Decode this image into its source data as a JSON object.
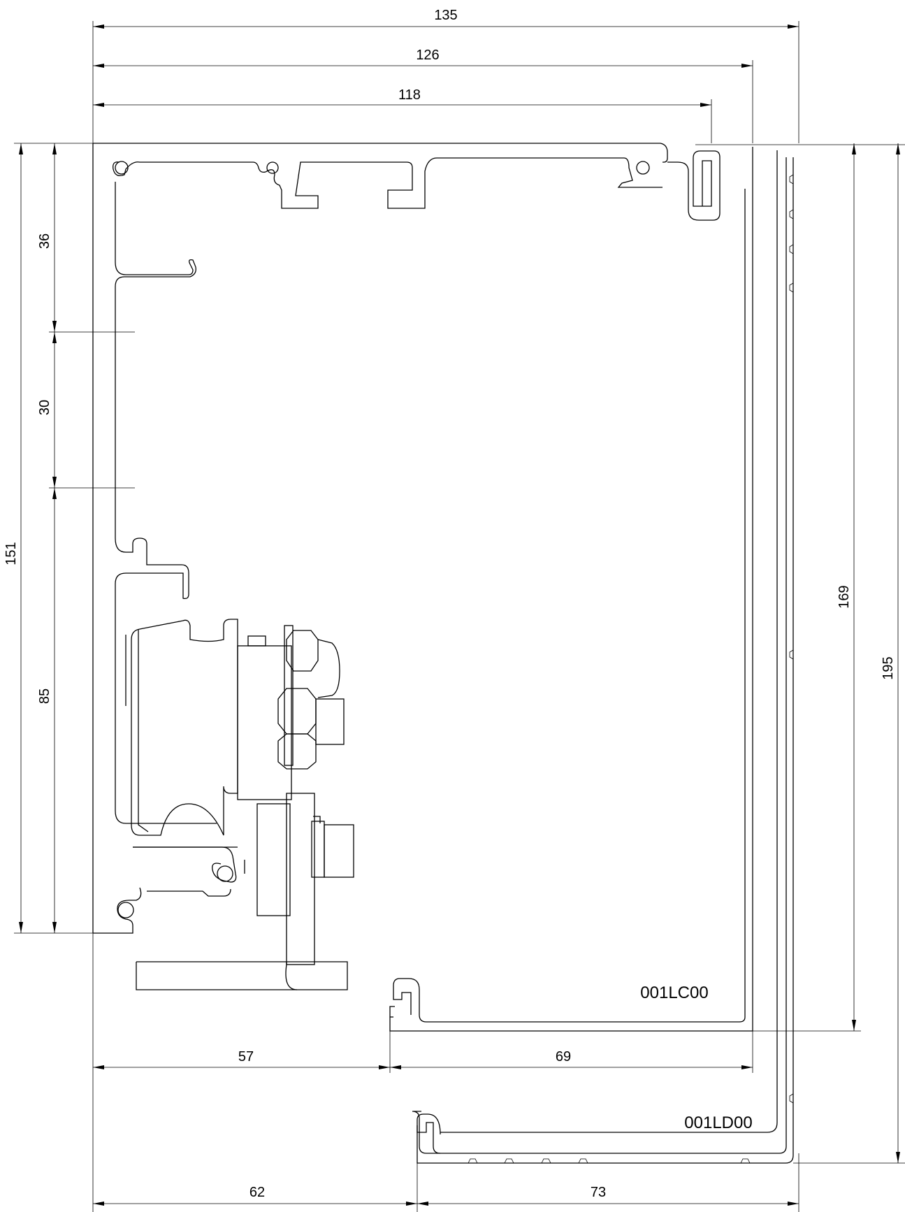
{
  "drawing": {
    "profiles": [
      "001LC00",
      "001LD00"
    ],
    "dimensions_horizontal": {
      "d135": "135",
      "d126": "126",
      "d118": "118",
      "d57": "57",
      "d69": "69",
      "d62": "62",
      "d73": "73"
    },
    "dimensions_vertical": {
      "d151": "151",
      "d36": "36",
      "d30": "30",
      "d85": "85",
      "d169": "169",
      "d195": "195"
    }
  }
}
